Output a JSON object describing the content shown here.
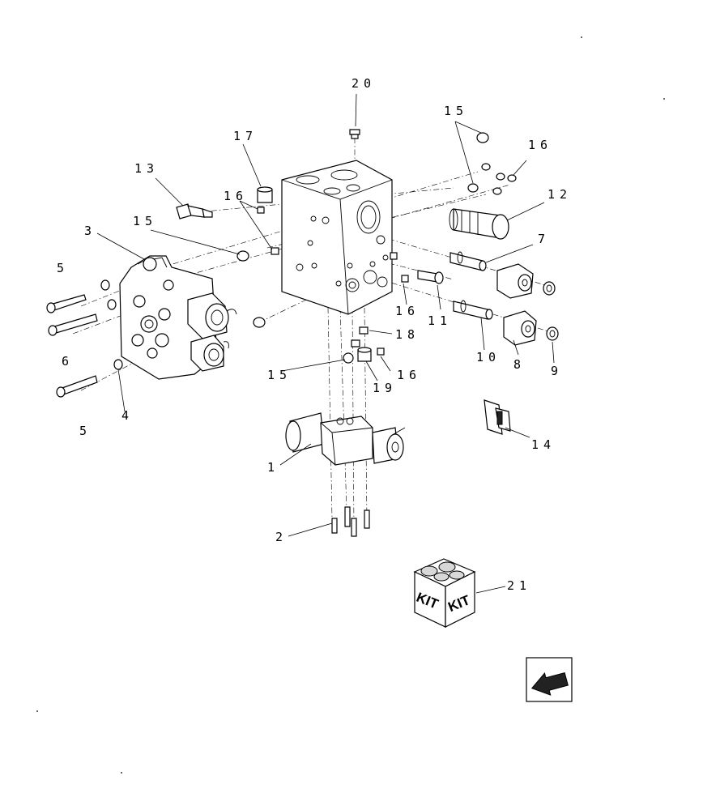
{
  "callouts": {
    "c1": "1",
    "c2": "2",
    "c3": "3",
    "c4": "4",
    "c5a": "5",
    "c5b": "5",
    "c6": "6",
    "c7": "7",
    "c8": "8",
    "c9": "9",
    "c10": "10",
    "c11": "11",
    "c12": "12",
    "c13": "13",
    "c14": "14",
    "c15a": "15",
    "c15b": "15",
    "c15c": "15",
    "c16a": "16",
    "c16b": "16",
    "c16c": "16",
    "c16d": "16",
    "c17": "17",
    "c18": "18",
    "c19": "19",
    "c20": "20",
    "c21": "21"
  },
  "kit": {
    "label_left": "KIT",
    "label_right": "KIT"
  },
  "icons": {
    "navigation": "arrow-back-icon"
  }
}
